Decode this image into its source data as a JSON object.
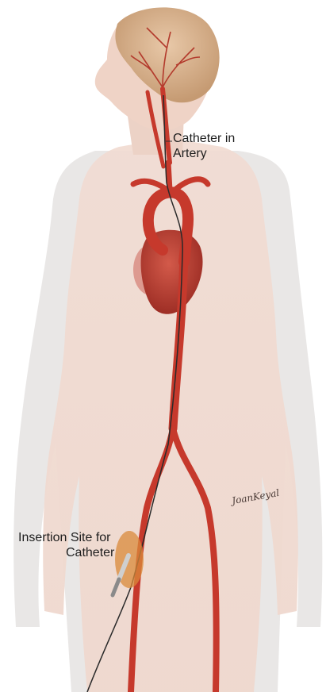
{
  "image": {
    "alt": "Medical illustration of a woman's body showing a catheter inserted at the groin and threaded through the arteries up to the brain"
  },
  "labels": {
    "catheter_line1": "Catheter in",
    "catheter_line2": "Artery",
    "insertion_line1": "Insertion Site for",
    "insertion_line2": "Catheter"
  },
  "signature": "JoanKeyal",
  "colors": {
    "skin": "#efd6cc",
    "silhouette": "#e9e7e6",
    "artery": "#c6392c",
    "heart": "#b8453a",
    "hair": "#d9b07e",
    "insertion_site": "#d98a3a"
  }
}
